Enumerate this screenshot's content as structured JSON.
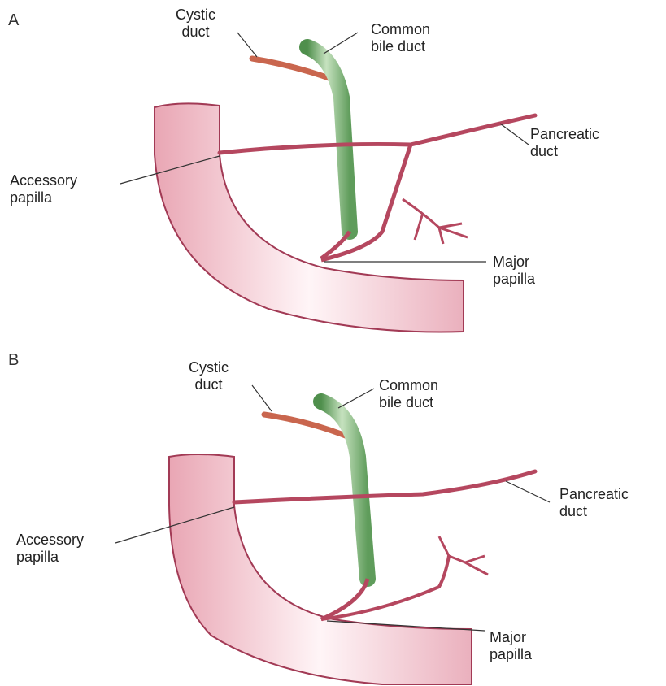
{
  "panels": [
    {
      "id": "A",
      "labels": {
        "cystic_duct": "Cystic\nduct",
        "common_bile_duct": "Common\nbile duct",
        "pancreatic_duct": "Pancreatic\nduct",
        "accessory_papilla": "Accessory\npapilla",
        "major_papilla": "Major\npapilla"
      }
    },
    {
      "id": "B",
      "labels": {
        "cystic_duct": "Cystic\nduct",
        "common_bile_duct": "Common\nbile duct",
        "pancreatic_duct": "Pancreatic\nduct",
        "accessory_papilla": "Accessory\npapilla",
        "major_papilla": "Major\npapilla"
      }
    }
  ],
  "colors": {
    "duodenum_wall": "#a23a55",
    "duodenum_fill": "#f6d3da",
    "duct": "#b5475f",
    "bile_duct": "#79ad73",
    "cystic_duct": "#c9664e",
    "leader": "#333333"
  }
}
